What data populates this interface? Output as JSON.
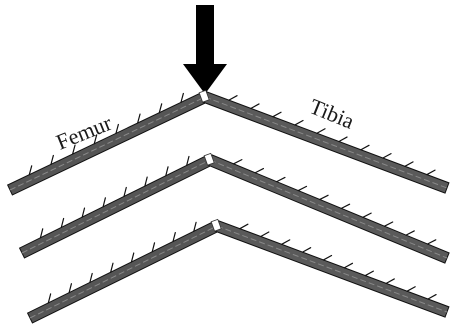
{
  "labels": {
    "femur": "Femur",
    "tibia": "Tibia"
  },
  "diagram": {
    "leg_count": 3,
    "femur_color": "#555555",
    "tibia_color": "#5a5a5a",
    "outline_color": "#111111",
    "spine_color": "#111111",
    "arrow_color": "#000000",
    "fracture_color": "#ffffff"
  }
}
